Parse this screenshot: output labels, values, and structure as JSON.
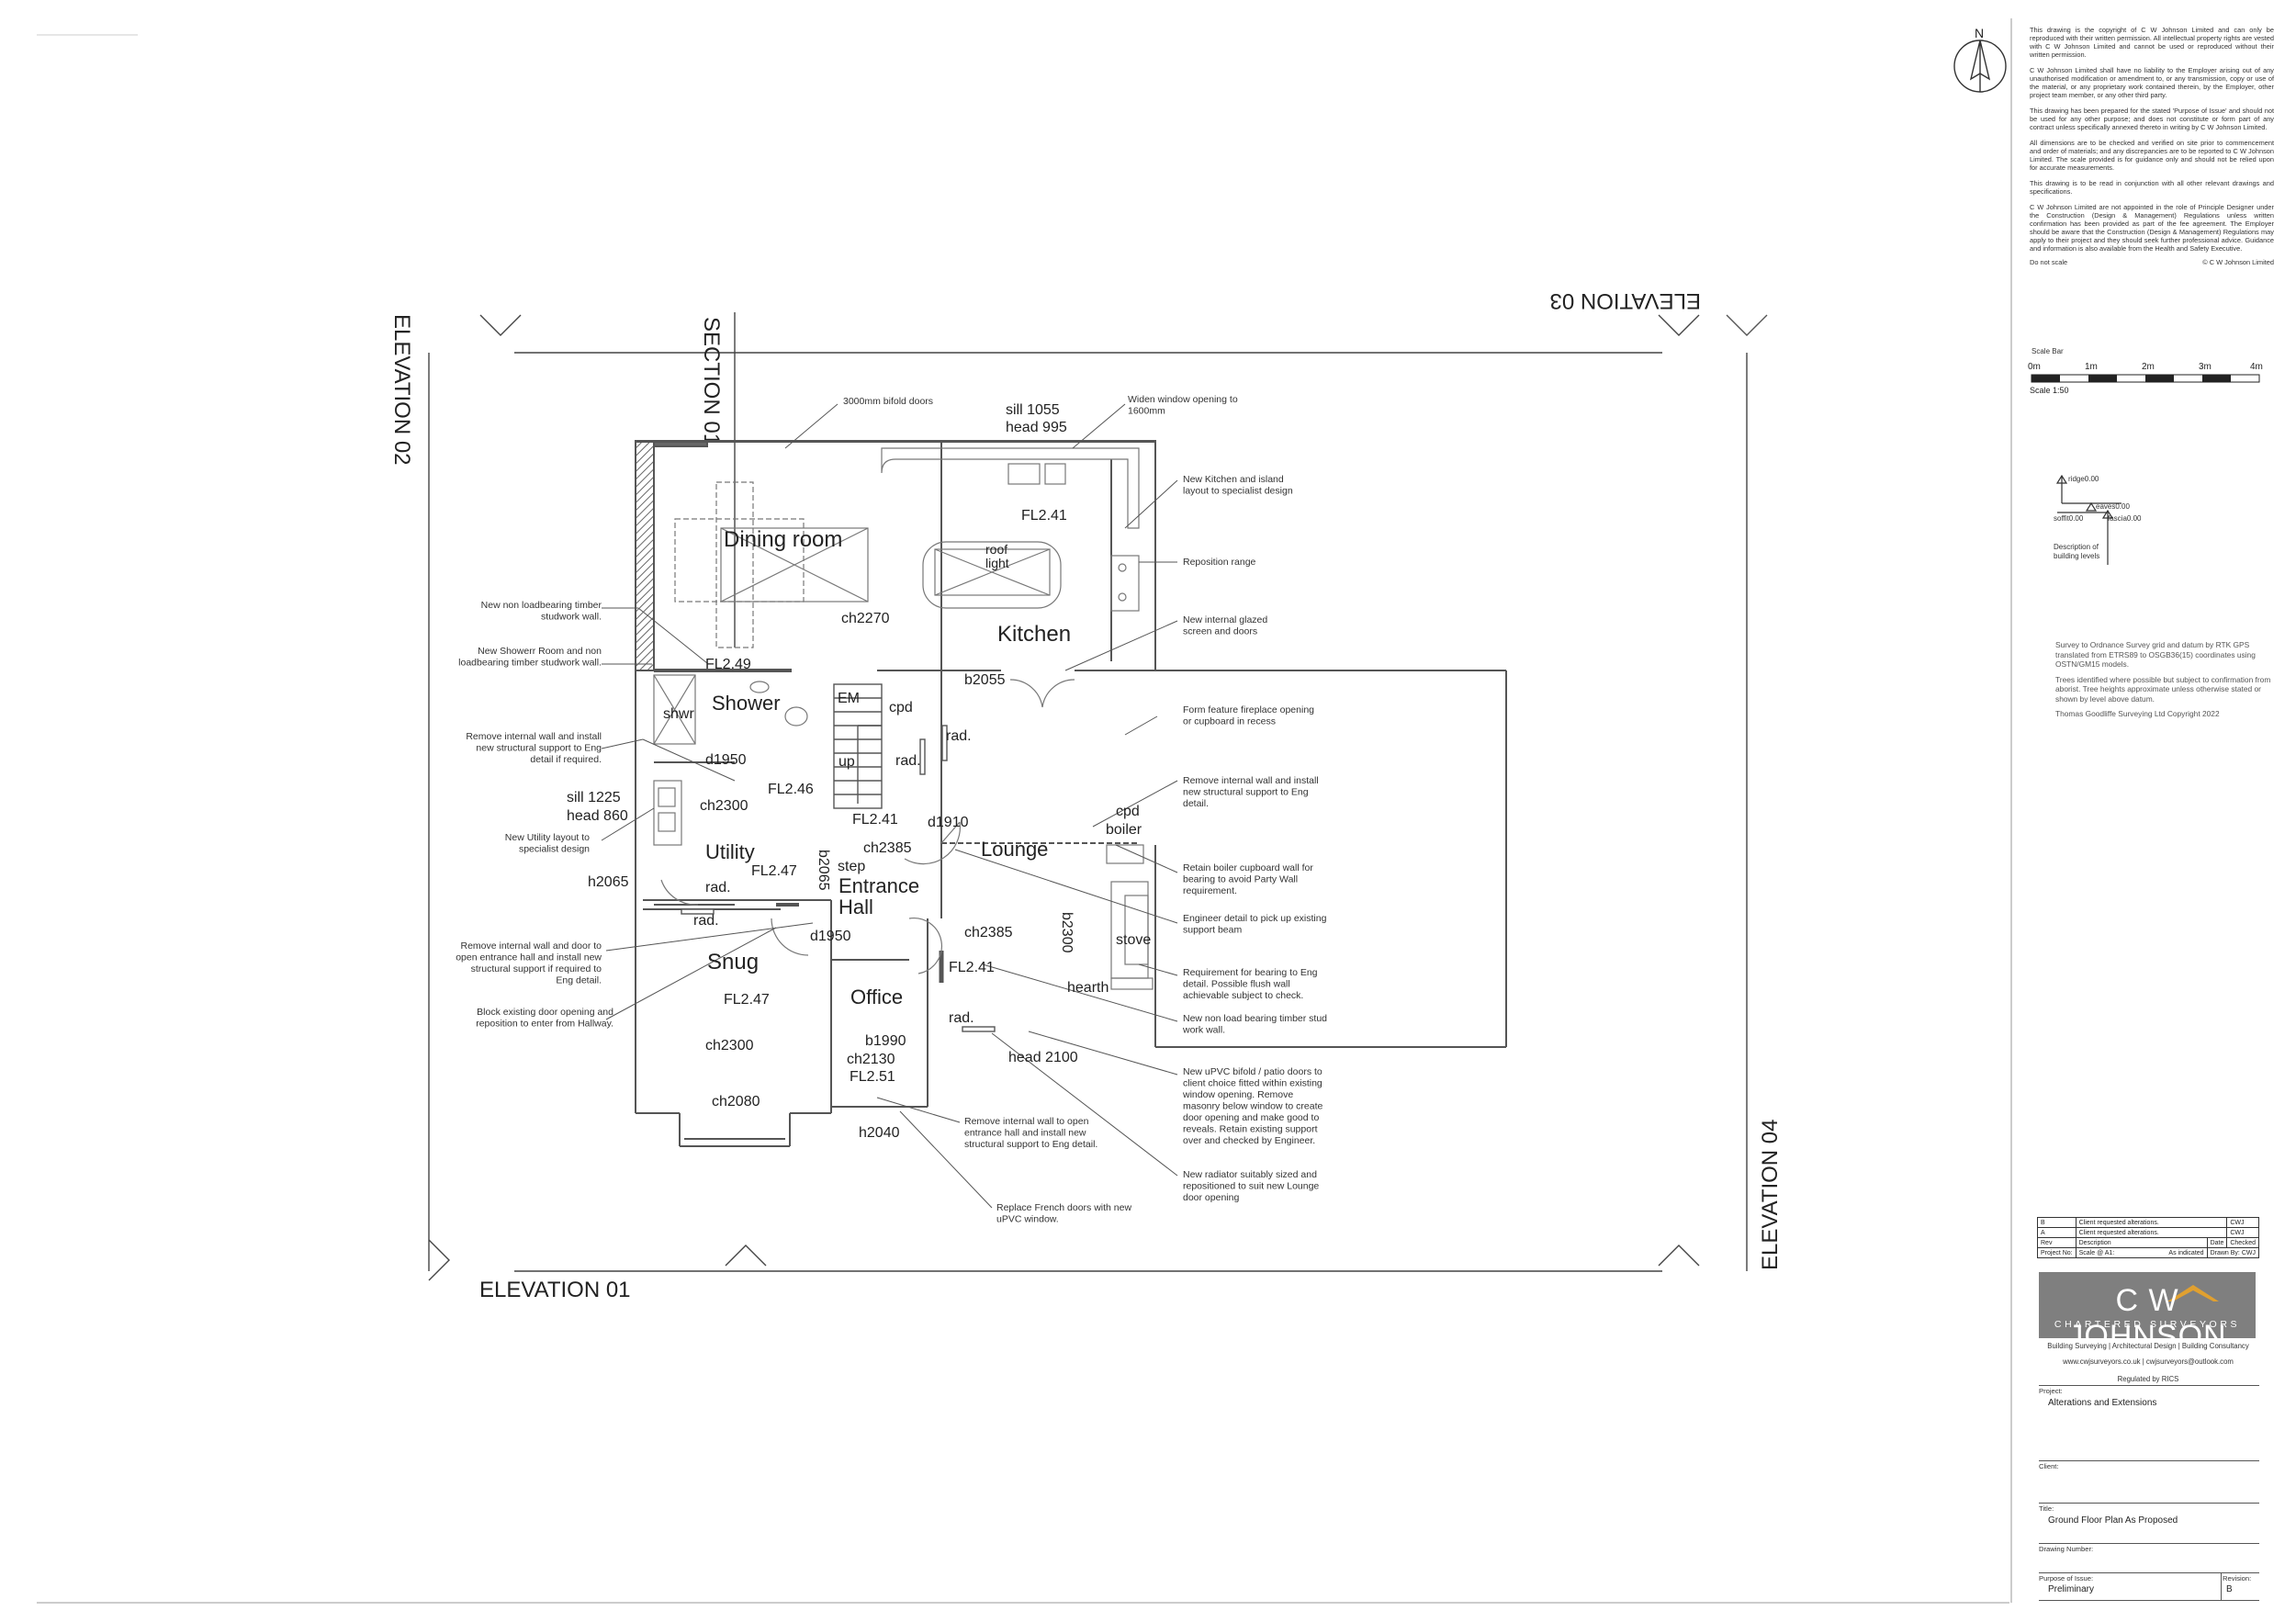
{
  "drawing": {
    "north_label": "N",
    "elevations": {
      "e01": "ELEVATION 01",
      "e02": "ELEVATION 02",
      "e03": "ELEVATION 03",
      "e04": "ELEVATION 04"
    },
    "section": "SECTION 01",
    "rooms": {
      "dining": "Dining room",
      "kitchen": "Kitchen",
      "roof_light": "roof\nlight",
      "shower": "Shower",
      "shwr": "shwr",
      "em": "EM",
      "cpd": "cpd",
      "up": "up",
      "utility": "Utility",
      "entrance": "Entrance\nHall",
      "step": "step",
      "lounge": "Lounge",
      "cpd_boiler": "cpd\nboiler",
      "stove": "stove",
      "hearth": "hearth",
      "snug": "Snug",
      "office": "Office"
    },
    "labels": {
      "sill_top": "sill 1055",
      "head_top": "head 995",
      "fl_kitchen": "FL2.41",
      "fl_dining": "FL2.49",
      "ch2270": "ch2270",
      "b2055": "b2055",
      "rad1": "rad.",
      "rad2": "rad.",
      "d1950a": "d1950",
      "ch2300a": "ch2300",
      "fl_util": "FL2.46",
      "sill_util": "sill 1225",
      "head_util": "head 860",
      "fl_stair": "FL2.41",
      "d1910": "d1910",
      "ch2385a": "ch2385",
      "fl_util2": "FL2.47",
      "b2065": "b2065",
      "h2065": "h2065",
      "rad3": "rad.",
      "rad4": "rad.",
      "d1950b": "d1950",
      "ch2385b": "ch2385",
      "b2300": "b2300",
      "fl_lounge": "FL2.41",
      "fl_snug": "FL2.47",
      "rad5": "rad.",
      "b1990": "b1990",
      "ch2130": "ch2130",
      "fl_office": "FL2.51",
      "head2100": "head 2100",
      "ch2300b": "ch2300",
      "ch2080": "ch2080",
      "h2040": "h2040"
    },
    "annotations": {
      "a1": "3000mm bifold doors",
      "a2": "Widen window opening to\n1600mm",
      "a3": "New Kitchen and island\nlayout to specialist design",
      "a4": "Reposition range",
      "a5": "New internal glazed\nscreen and doors",
      "a6": "Form feature fireplace opening\nor cupboard in recess",
      "a7": "Remove internal wall and install\nnew structural support to Eng\ndetail.",
      "a8": "Retain boiler cupboard wall for\nbearing to avoid Party Wall\nrequirement.",
      "a9": "Engineer detail to pick up existing\nsupport beam",
      "a10": "Requirement for bearing to Eng\ndetail. Possible flush wall\nachievable subject to check.",
      "a11": "New non load bearing timber stud\nwork wall.",
      "a12": "New uPVC bifold / patio doors to\nclient choice fitted within existing\nwindow opening. Remove\nmasonry below window to create\ndoor opening and make good to\nreveals. Retain existing support\nover and checked by Engineer.",
      "a13": "New radiator suitably sized and\nrepositioned to suit new Lounge\ndoor opening",
      "a14": "Remove internal wall to open\nentrance hall and install new\nstructural support to Eng detail.",
      "a15": "Replace French doors with new\nuPVC window.",
      "a16": "New non loadbearing timber\nstudwork wall.",
      "a17": "New Showerr Room and non\nloadbearing timber studwork wall.",
      "a18": "Remove internal wall and install\nnew  structural support to Eng\ndetail if required.",
      "a19": "New Utility layout to\nspecialist design",
      "a20": "Remove internal wall and door to\nopen entrance hall and install new\nstructural support if required to\nEng detail.",
      "a21": "Block existing door opening and\nreposition to enter from Hallway."
    },
    "level_key": {
      "ridge": "ridge0.00",
      "eaves": "eaves0.00",
      "soffit": "soffit0.00",
      "fascia": "fascia0.00",
      "desc": "Description of\nbuilding levels"
    },
    "scale_bar": {
      "title": "Scale Bar",
      "ticks": [
        "0m",
        "1m",
        "2m",
        "3m",
        "4m"
      ],
      "scale": "Scale 1:50"
    }
  },
  "notes": [
    "This drawing is the copyright of C W Johnson Limited and can only be reproduced with their written permission. All intellectual property rights are vested with C W Johnson Limited and cannot be used or reproduced without their written permission.",
    "C W Johnson Limited shall have no liability to the Employer arising out of any unauthorised modification or amendment to, or any transmission, copy or use of the material, or any proprietary work contained therein, by the Employer, other project team member, or any other third party.",
    "This drawing has been prepared for the stated 'Purpose of Issue' and should not be used for any other purpose; and does not constitute or form part of any contract unless specifically annexed thereto in writing by C W Johnson Limited.",
    "All dimensions are to be checked and verified on site prior to commencement and order of materials; and any discrepancies are to be reported to C W Johnson Limited. The scale provided is for guidance only and should not be relied upon for accurate measurements.",
    "This drawing is to be read in conjunction with all other relevant drawings and specifications.",
    "C W Johnson Limited are not appointed in the role of Principle Designer under the Construction (Design & Management) Regulations unless written confirmation has been provided as part of the fee agreement. The Employer should be aware that the Construction (Design & Management) Regulations may apply to their project and they should seek further professional advice. Guidance and information is also available from the Health and Safety Executive."
  ],
  "do_not_scale": "Do not scale",
  "copyright": "© C W Johnson Limited",
  "survey_notes": [
    "Survey to Ordnance Survey grid and datum by RTK GPS translated from ETRS89 to OSGB36(15) coordinates using OSTN/GM15 models.",
    "Trees identified where possible but subject to confirmation from aborist.  Tree heights approximate unless otherwise stated or shown by level above datum.",
    "Thomas Goodliffe Surveying Ltd Copyright 2022"
  ],
  "title_block": {
    "revisions": [
      {
        "rev": "B",
        "desc": "Client requested alterations.",
        "by": "CWJ"
      },
      {
        "rev": "A",
        "desc": "Client requested alterations.",
        "by": "CWJ"
      }
    ],
    "rev_header": {
      "rev": "Rev",
      "desc": "Description",
      "date": "Date",
      "checked": "Checked"
    },
    "project_no_label": "Project No:",
    "scale_label": "Scale @ A1:",
    "scale_value": "As indicated",
    "drawn_by_label": "Drawn By:",
    "drawn_by_value": "CWJ",
    "logo_main": "C W JOHNSON",
    "logo_sub": "CHARTERED SURVEYORS",
    "logo_roof_color": "#e0a030",
    "services": "Building Surveying  |  Architectural Design  |  Building Consultancy",
    "contact": "www.cwjsurveyors.co.uk  |  cwjsurveyors@outlook.com",
    "regulated": "Regulated by RICS",
    "project_label": "Project:",
    "project_value": "Alterations and Extensions",
    "client_label": "Client:",
    "title_label": "Title:",
    "title_value": "Ground Floor Plan As Proposed",
    "drawing_number_label": "Drawing Number:",
    "purpose_label": "Purpose of Issue:",
    "purpose_value": "Preliminary",
    "revision_label": "Revision:",
    "revision_value": "B"
  }
}
